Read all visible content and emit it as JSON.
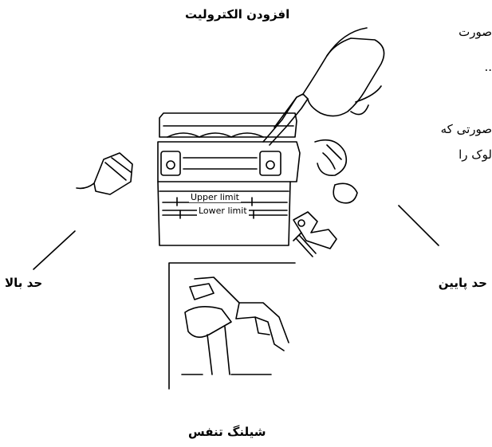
{
  "labels": {
    "title_top": "افزودن الکترولیت",
    "left_label": "حد بالا",
    "right_label": "حد پایین",
    "bottom_label": "شیلنگ تنفس"
  },
  "diagram": {
    "upper_limit": "Upper limit",
    "lower_limit": "Lower limit"
  },
  "side_text": {
    "line1": "صورت",
    "line2": "..",
    "line3": "صورتی که",
    "line4": "لوک را"
  }
}
